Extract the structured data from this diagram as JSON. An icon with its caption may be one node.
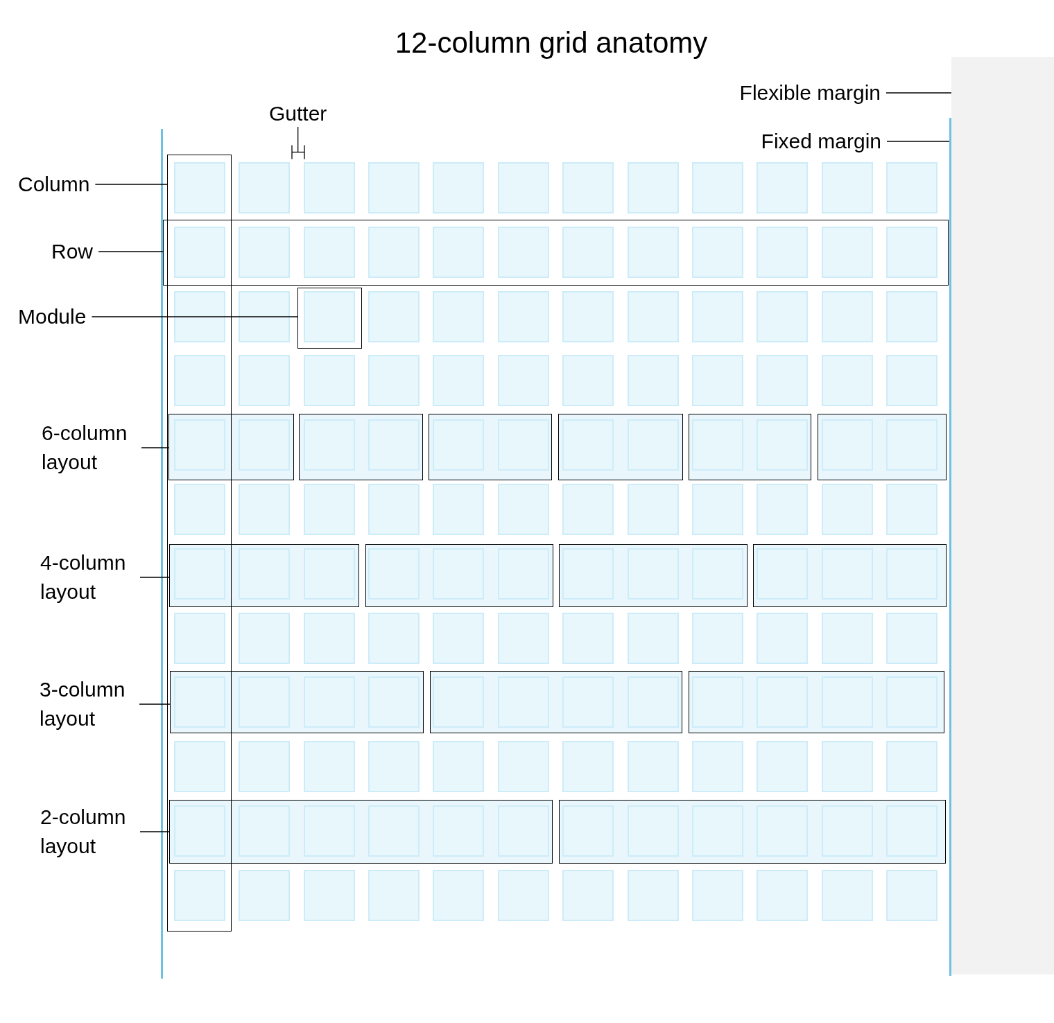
{
  "diagram": {
    "title": "12-column grid anatomy",
    "nodes": [
      {
        "text": [
          "Flexible margin"
        ]
      },
      {
        "text": [],
        "shape": "box"
      },
      {
        "text": [
          "Gutter"
        ]
      },
      {
        "text": [],
        "shape": "bracket"
      },
      {
        "text": [
          "Fixed margin"
        ]
      },
      {
        "text": [],
        "shape": "line"
      },
      {
        "text": [
          "Column"
        ]
      },
      {
        "text": [],
        "shape": "box"
      },
      {
        "text": [
          "Row"
        ]
      },
      {
        "text": [],
        "shape": "box"
      },
      {
        "text": [
          "Module"
        ]
      },
      {
        "text": [],
        "shape": "box"
      },
      {
        "text": [
          "6-column layout"
        ]
      },
      {
        "text": [],
        "shape": "box"
      },
      {
        "text": [],
        "shape": "box"
      },
      {
        "text": [],
        "shape": "box"
      },
      {
        "text": [],
        "shape": "box"
      },
      {
        "text": [],
        "shape": "box"
      },
      {
        "text": [],
        "shape": "box"
      },
      {
        "text": [
          "4-column layout"
        ]
      },
      {
        "text": [],
        "shape": "box"
      },
      {
        "text": [],
        "shape": "box"
      },
      {
        "text": [],
        "shape": "box"
      },
      {
        "text": [],
        "shape": "box"
      },
      {
        "text": [
          "3-column layout"
        ]
      },
      {
        "text": [],
        "shape": "box"
      },
      {
        "text": [],
        "shape": "box"
      },
      {
        "text": [],
        "shape": "box"
      },
      {
        "text": [
          "2-column layout"
        ]
      },
      {
        "text": [],
        "shape": "box"
      },
      {
        "text": [],
        "shape": "box"
      }
    ],
    "edges": [
      {
        "from": 0,
        "to": 1,
        "arrow": "none"
      },
      {
        "from": 2,
        "to": 3,
        "arrow": "none"
      },
      {
        "from": 4,
        "to": 5,
        "arrow": "none"
      },
      {
        "from": 6,
        "to": 7,
        "arrow": "none"
      },
      {
        "from": 8,
        "to": 9,
        "arrow": "none"
      },
      {
        "from": 10,
        "to": 11,
        "arrow": "none"
      },
      {
        "from": 12,
        "to": 13,
        "arrow": "none"
      },
      {
        "from": 19,
        "to": 20,
        "arrow": "none"
      },
      {
        "from": 24,
        "to": 25,
        "arrow": "none"
      },
      {
        "from": 28,
        "to": 29,
        "arrow": "none"
      }
    ]
  }
}
